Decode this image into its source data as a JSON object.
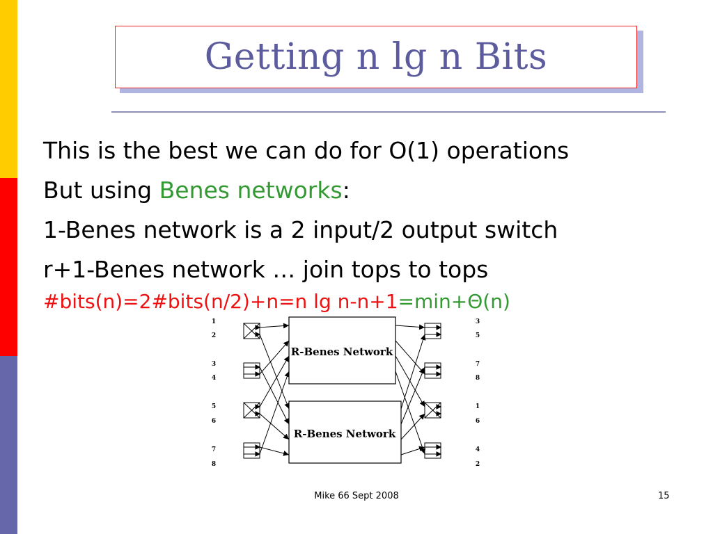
{
  "slide": {
    "title": "Getting n lg n Bits",
    "bullets": [
      "This is the best we can do for O(1) operations",
      {
        "prefix": "But using ",
        "link": "Benes networks",
        "suffix": ":"
      },
      "1-Benes network is a 2 input/2 output switch",
      "r+1-Benes network … join tops to tops"
    ],
    "formula": {
      "red": "#bits(n)=2#bits(n/2)+n=n lg n-n+1",
      "green": "=min+Θ(n)"
    },
    "diagram": {
      "top_box_label": "R-Benes Network",
      "bottom_box_label": "R-Benes Network",
      "input_labels": [
        "1",
        "2",
        "3",
        "4",
        "5",
        "6",
        "7",
        "8"
      ],
      "output_labels": [
        "3",
        "5",
        "7",
        "8",
        "1",
        "6",
        "4",
        "2"
      ]
    },
    "footer": "Mike 66 Sept 2008",
    "page_number": "15"
  },
  "colors": {
    "title": "#5b5b9e",
    "link_green": "#339933",
    "formula_red": "#ee1111",
    "left_bar": [
      "#ffcc00",
      "#ff0000",
      "#6666aa"
    ]
  }
}
